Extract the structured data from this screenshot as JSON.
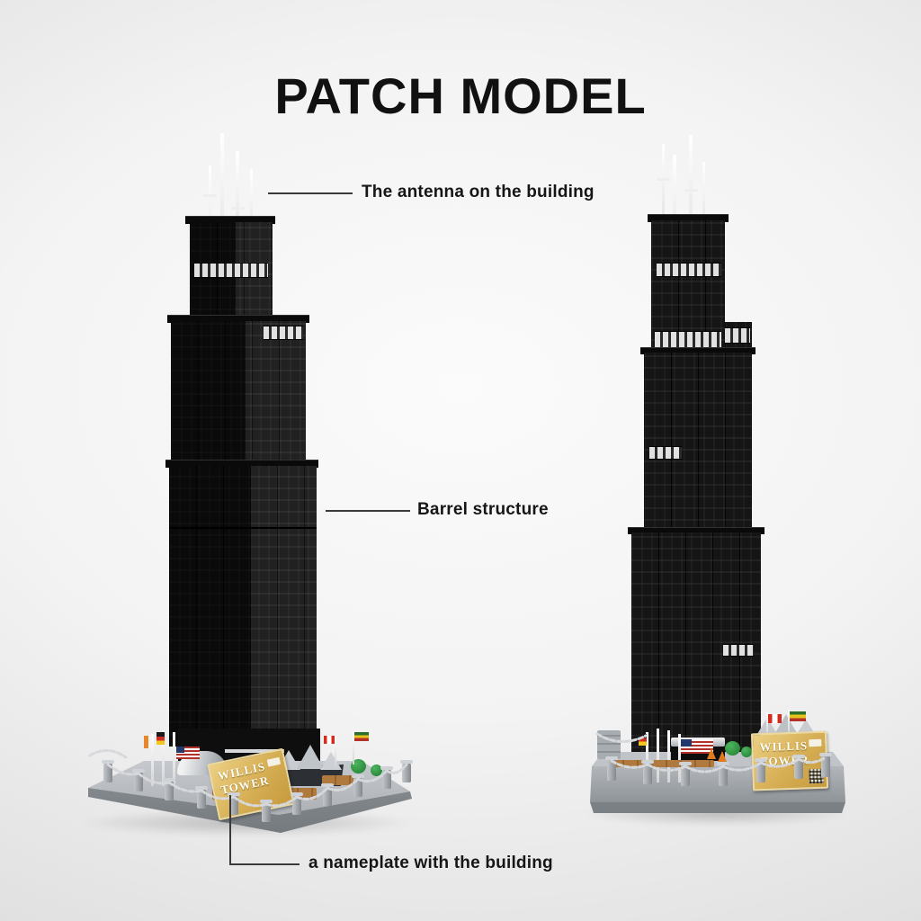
{
  "title": "PATCH MODEL",
  "annotations": {
    "antenna": "The antenna on the building",
    "barrel": "Barrel structure",
    "nameplate": "a nameplate with the building"
  },
  "nameplate": {
    "line1": "WILLIS",
    "line2": "TOWER"
  },
  "models": {
    "left": {
      "view": "corner perspective view of black tower model"
    },
    "right": {
      "view": "front view of black tower model"
    }
  },
  "decorations": {
    "icons": [
      "canada-flag",
      "tricolor-stripe-flag",
      "germany-flag",
      "us-flag",
      "orange-pennant",
      "netherlands-flag",
      "tree",
      "traffic-cone",
      "crystal-sculpture",
      "chain-fence",
      "qr-code"
    ]
  },
  "colors": {
    "background_center": "#fafafa",
    "background_edge": "#d2d2d2",
    "tower_black": "#151515",
    "lit_window": "#ececec",
    "base_gray": "#a7acb1",
    "nameplate_gold": "#d6ae54",
    "chain_silver": "#d6d8db",
    "annotation_text": "#161616",
    "canada_red": "#d52b1e",
    "stripe_green": "#2a6f2a",
    "stripe_yellow": "#e6c31d",
    "stripe_red": "#b23129",
    "tree_green": "#2f9e41",
    "cone_orange": "#e07a1f",
    "planter_brown": "#a9743c"
  }
}
